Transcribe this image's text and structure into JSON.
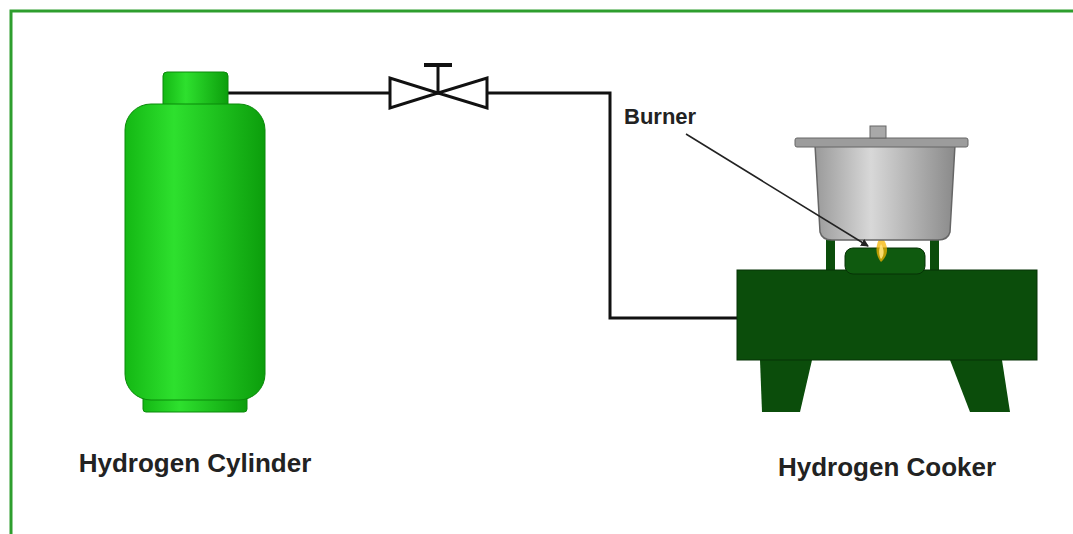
{
  "diagram": {
    "nodes": [
      {
        "text": [
          "Hydrogen Cylinder"
        ]
      },
      {
        "text": [
          "Hydrogen Cooker"
        ]
      }
    ],
    "edges": [
      {
        "from": 0,
        "to": 1,
        "arrow": "none"
      }
    ],
    "labels": [
      "Burner"
    ]
  }
}
